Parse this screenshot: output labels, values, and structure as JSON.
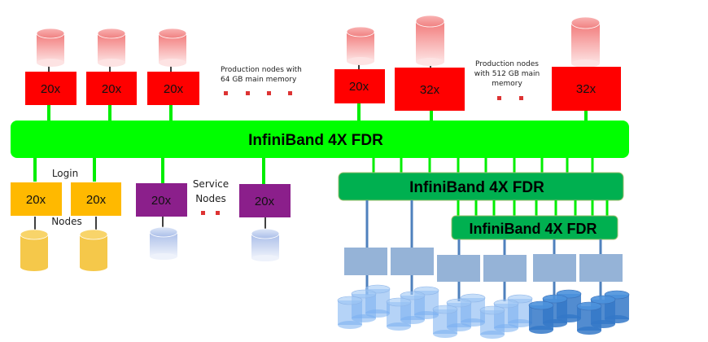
{
  "colors": {
    "prod_node": "#ff0000",
    "login_node": "#ffb900",
    "service_node": "#8b1f8b",
    "main_bus": "#00ff00",
    "sub_bus": "#00b050",
    "storage_server": "#95b3d7",
    "link_green": "#00ee00",
    "link_blue": "#4f81bd"
  },
  "main_bus": {
    "label": "InfiniBand 4X FDR"
  },
  "storage_bus_1": {
    "label": "InfiniBand 4X FDR"
  },
  "storage_bus_2": {
    "label": "InfiniBand 4X FDR"
  },
  "production_64gb": {
    "note_line1": "Production nodes with",
    "note_line2": "64 GB main memory",
    "groups": [
      {
        "label": "20x"
      },
      {
        "label": "20x"
      },
      {
        "label": "20x"
      },
      {
        "label": "20x"
      }
    ],
    "ellipsis_count": 4
  },
  "production_512gb": {
    "note_line1": "Production nodes",
    "note_line2": "with 512 GB main",
    "note_line3": "memory",
    "groups": [
      {
        "label": "32x"
      },
      {
        "label": "32x"
      }
    ],
    "ellipsis_count": 2
  },
  "login_nodes": {
    "label_top": "Login",
    "label_bottom": "Nodes",
    "groups": [
      {
        "label": "20x"
      },
      {
        "label": "20x"
      }
    ]
  },
  "service_nodes": {
    "label_top": "Service",
    "label_bottom": "Nodes",
    "groups": [
      {
        "label": "20x"
      },
      {
        "label": "20x"
      }
    ],
    "ellipsis_count": 2
  },
  "storage": {
    "server_count": 6,
    "disk_groups": 6
  }
}
